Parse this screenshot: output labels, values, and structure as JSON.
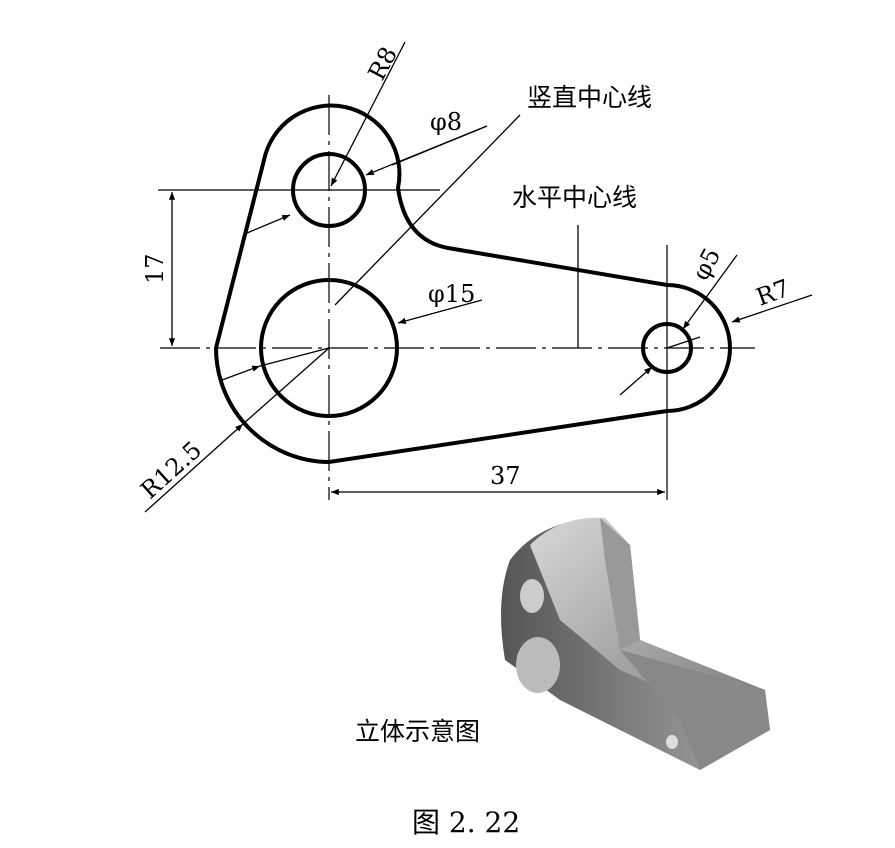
{
  "labels": {
    "r8": "R8",
    "phi8": "φ8",
    "vertical_centerline": "竖直中心线",
    "horizontal_centerline": "水平中心线",
    "dim17": "17",
    "phi15": "φ15",
    "phi5": "φ5",
    "r7": "R7",
    "r125": "R12.5",
    "dim37": "37"
  },
  "caption_3d": "立体示意图",
  "figure_caption": "图 2. 22"
}
